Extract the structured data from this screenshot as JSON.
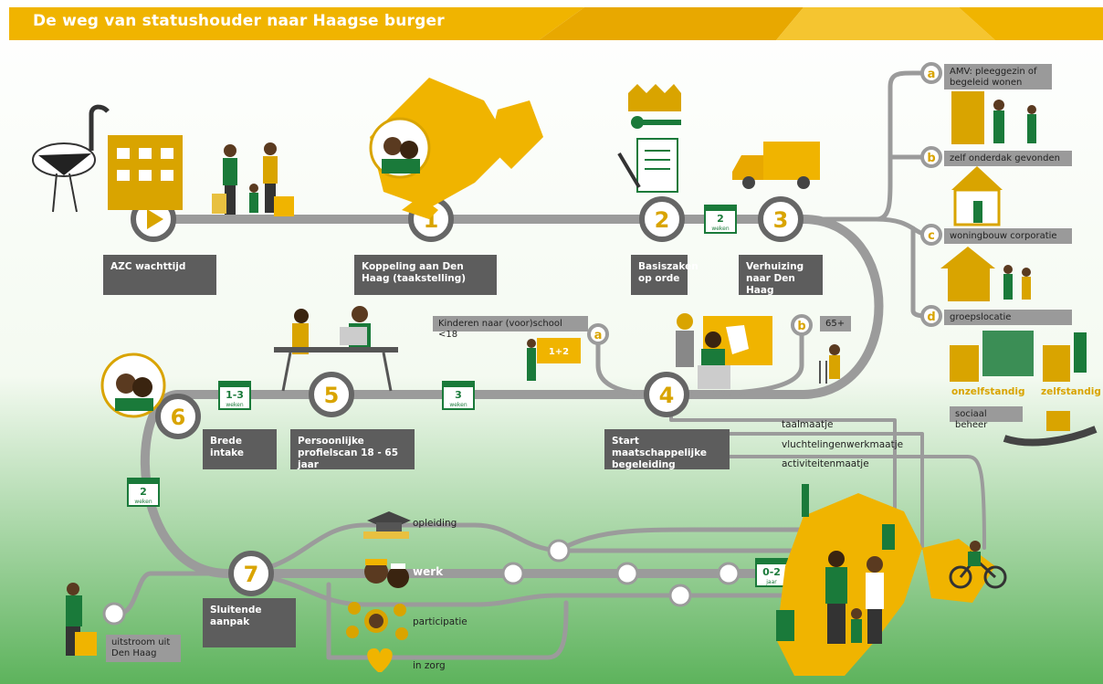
{
  "header": {
    "title": "De weg van statushouder naar Haagse burger"
  },
  "steps": [
    {
      "num": "",
      "label": "AZC wachttijd"
    },
    {
      "num": "1",
      "label": "Koppeling aan Den Haag (taakstelling)"
    },
    {
      "num": "2",
      "label": "Basiszaken op orde"
    },
    {
      "num": "3",
      "label": "Verhuizing naar Den Haag"
    },
    {
      "num": "4",
      "label": "Start maatschappelijke begeleiding"
    },
    {
      "num": "5",
      "label": "Persoonlijke profielscan 18 - 65 jaar"
    },
    {
      "num": "6",
      "label": "Brede intake"
    },
    {
      "num": "7",
      "label": "Sluitende aanpak"
    }
  ],
  "durations": [
    {
      "value": "2",
      "unit": "weken"
    },
    {
      "value": "3",
      "unit": "weken"
    },
    {
      "value": "1-3",
      "unit": "weken"
    },
    {
      "value": "2",
      "unit": "weken"
    },
    {
      "value": "0-2",
      "unit": "jaar"
    }
  ],
  "housing_options": [
    {
      "letter": "a",
      "label": "AMV: pleeggezin of begeleid wonen"
    },
    {
      "letter": "b",
      "label": "zelf onderdak gevonden"
    },
    {
      "letter": "c",
      "label": "woningbouw corporatie"
    },
    {
      "letter": "d",
      "label": "groepslocatie"
    }
  ],
  "housing_types": {
    "left": "onzelfstandig",
    "right": "zelfstandig"
  },
  "social": "sociaal beheer",
  "school": {
    "letter_a": "a",
    "letter_b": "b",
    "children": "Kinderen naar (voor)school <18",
    "seniors": "65+",
    "board": "1+2"
  },
  "buddies": [
    "taalmaatje",
    "vluchtelingenwerkmaatje",
    "activiteitenmaatje"
  ],
  "outcomes": [
    "opleiding",
    "werk",
    "participatie",
    "in zorg"
  ],
  "exit": "uitstroom uit Den Haag",
  "colors": {
    "yellow": "#f0b400",
    "gold": "#d9a400",
    "green": "#1a7a3a",
    "road": "#9b9b9b",
    "dark": "#5d5d5d"
  }
}
